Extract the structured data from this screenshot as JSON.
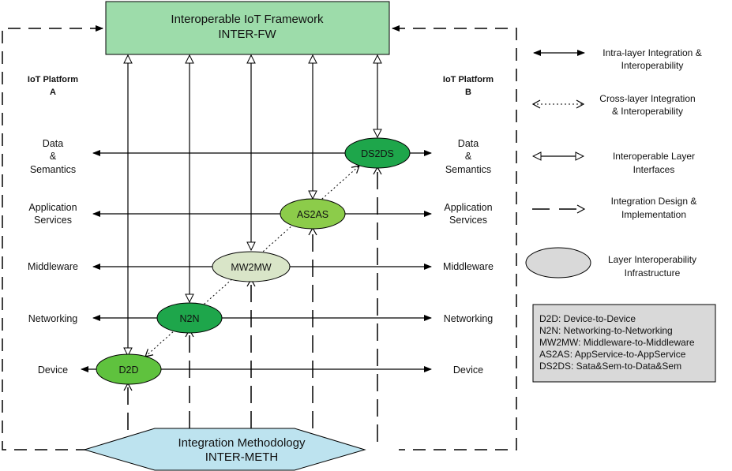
{
  "framework": {
    "title_line1": "Interoperable IoT Framework",
    "title_line2": "INTER-FW",
    "fill": "#9ddcaa"
  },
  "methodology": {
    "title_line1": "Integration Methodology",
    "title_line2": "INTER-METH",
    "fill": "#bde3ef"
  },
  "platforms": {
    "a": {
      "line1": "IoT Platform",
      "line2": "A"
    },
    "b": {
      "line1": "IoT Platform",
      "line2": "B"
    }
  },
  "layers": [
    {
      "id": "data",
      "lines": [
        "Data",
        "&",
        "Semantics"
      ]
    },
    {
      "id": "app",
      "lines": [
        "Application",
        "Services"
      ]
    },
    {
      "id": "mw",
      "lines": [
        "Middleware"
      ]
    },
    {
      "id": "net",
      "lines": [
        "Networking"
      ]
    },
    {
      "id": "dev",
      "lines": [
        "Device"
      ]
    }
  ],
  "nodes": [
    {
      "id": "ds2ds",
      "label": "DS2DS",
      "fill": "#1ea64b"
    },
    {
      "id": "as2as",
      "label": "AS2AS",
      "fill": "#8ccc4a"
    },
    {
      "id": "mw2mw",
      "label": "MW2MW",
      "fill": "#d9e5c8"
    },
    {
      "id": "n2n",
      "label": "N2N",
      "fill": "#1ea64b"
    },
    {
      "id": "d2d",
      "label": "D2D",
      "fill": "#5fc23e"
    }
  ],
  "legend": {
    "items": [
      {
        "id": "intra",
        "lines": [
          "Intra-layer Integration &",
          "Interoperability"
        ]
      },
      {
        "id": "cross",
        "lines": [
          "Cross-layer Integration",
          "& Interoperability"
        ]
      },
      {
        "id": "interfaces",
        "lines": [
          "Interoperable Layer",
          "Interfaces"
        ]
      },
      {
        "id": "design",
        "lines": [
          "Integration Design &",
          "Implementation"
        ]
      },
      {
        "id": "infra",
        "lines": [
          "Layer Interoperability",
          "Infrastructure"
        ]
      }
    ],
    "abbreviations": [
      "D2D: Device-to-Device",
      "N2N: Networking-to-Networking",
      "MW2MW: Middleware-to-Middleware",
      "AS2AS: AppService-to-AppService",
      "DS2DS: Sata&Sem-to-Data&Sem"
    ],
    "abbr_box_fill": "#d9d9d9",
    "infra_fill": "#d9d9d9"
  }
}
